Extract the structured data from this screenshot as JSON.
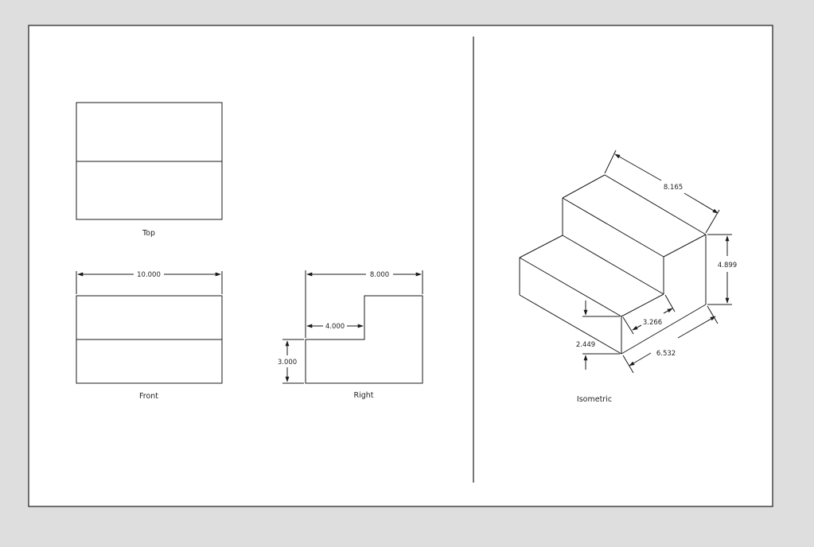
{
  "colors": {
    "background": "#dedede",
    "sheet": "#ffffff",
    "line": "#1a1a1a",
    "text": "#222222"
  },
  "views": {
    "top": {
      "label": "Top"
    },
    "front": {
      "label": "Front"
    },
    "right": {
      "label": "Right"
    },
    "isometric": {
      "label": "Isometric"
    }
  },
  "dimensions": {
    "front_width": "10.000",
    "right_depth": "8.000",
    "right_step_depth": "4.000",
    "right_step_height": "3.000",
    "iso_top_length": "8.165",
    "iso_total_height": "4.899",
    "iso_step_depth": "3.266",
    "iso_step_height": "2.449",
    "iso_base_length": "6.532"
  }
}
